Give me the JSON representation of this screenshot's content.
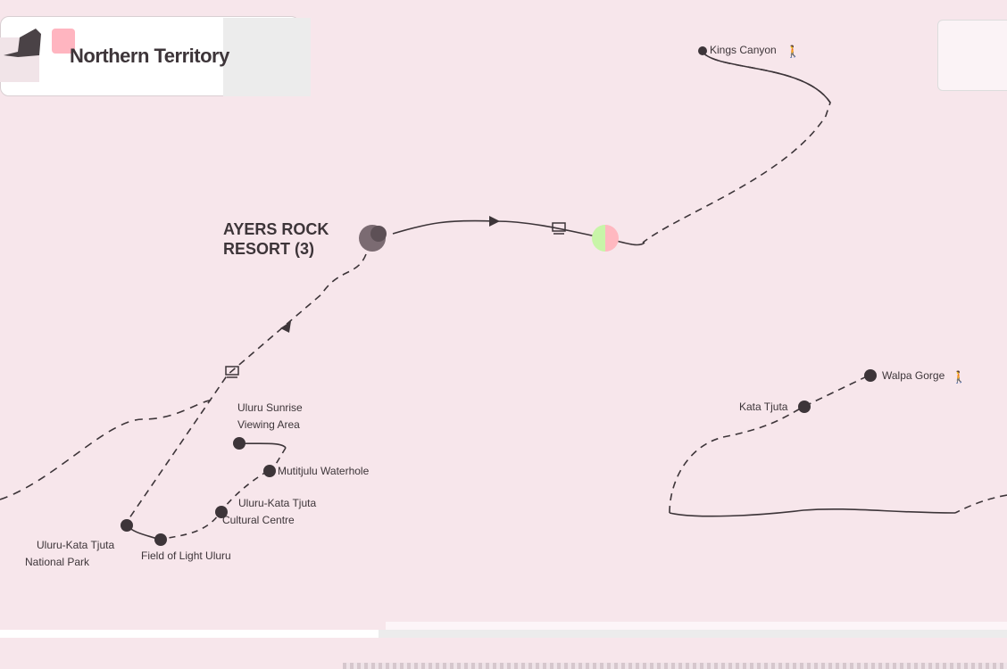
{
  "header": {
    "title": "Northern Territory"
  },
  "hub": {
    "label_line1": "AYERS ROCK",
    "label_line2": "RESORT (3)"
  },
  "stops": [
    {
      "name": "Kings Canyon",
      "icon": "hiking-icon"
    },
    {
      "name": "Uluru Sunrise",
      "name2": "Viewing Area"
    },
    {
      "name": "Mutitjulu Waterhole"
    },
    {
      "name": "Uluru-Kata Tjuta",
      "name2": "Cultural Centre"
    },
    {
      "name": "Uluru-Kata Tjuta",
      "name2": "National Park"
    },
    {
      "name": "Field of Light Uluru"
    },
    {
      "name": "Kata Tjuta"
    },
    {
      "name": "Walpa Gorge",
      "icon": "hiking-icon"
    }
  ],
  "colors": {
    "background": "#f7e6eb",
    "route": "#3d3539",
    "marker_green": "#c8f5a8",
    "marker_red": "#ffb8c0"
  }
}
